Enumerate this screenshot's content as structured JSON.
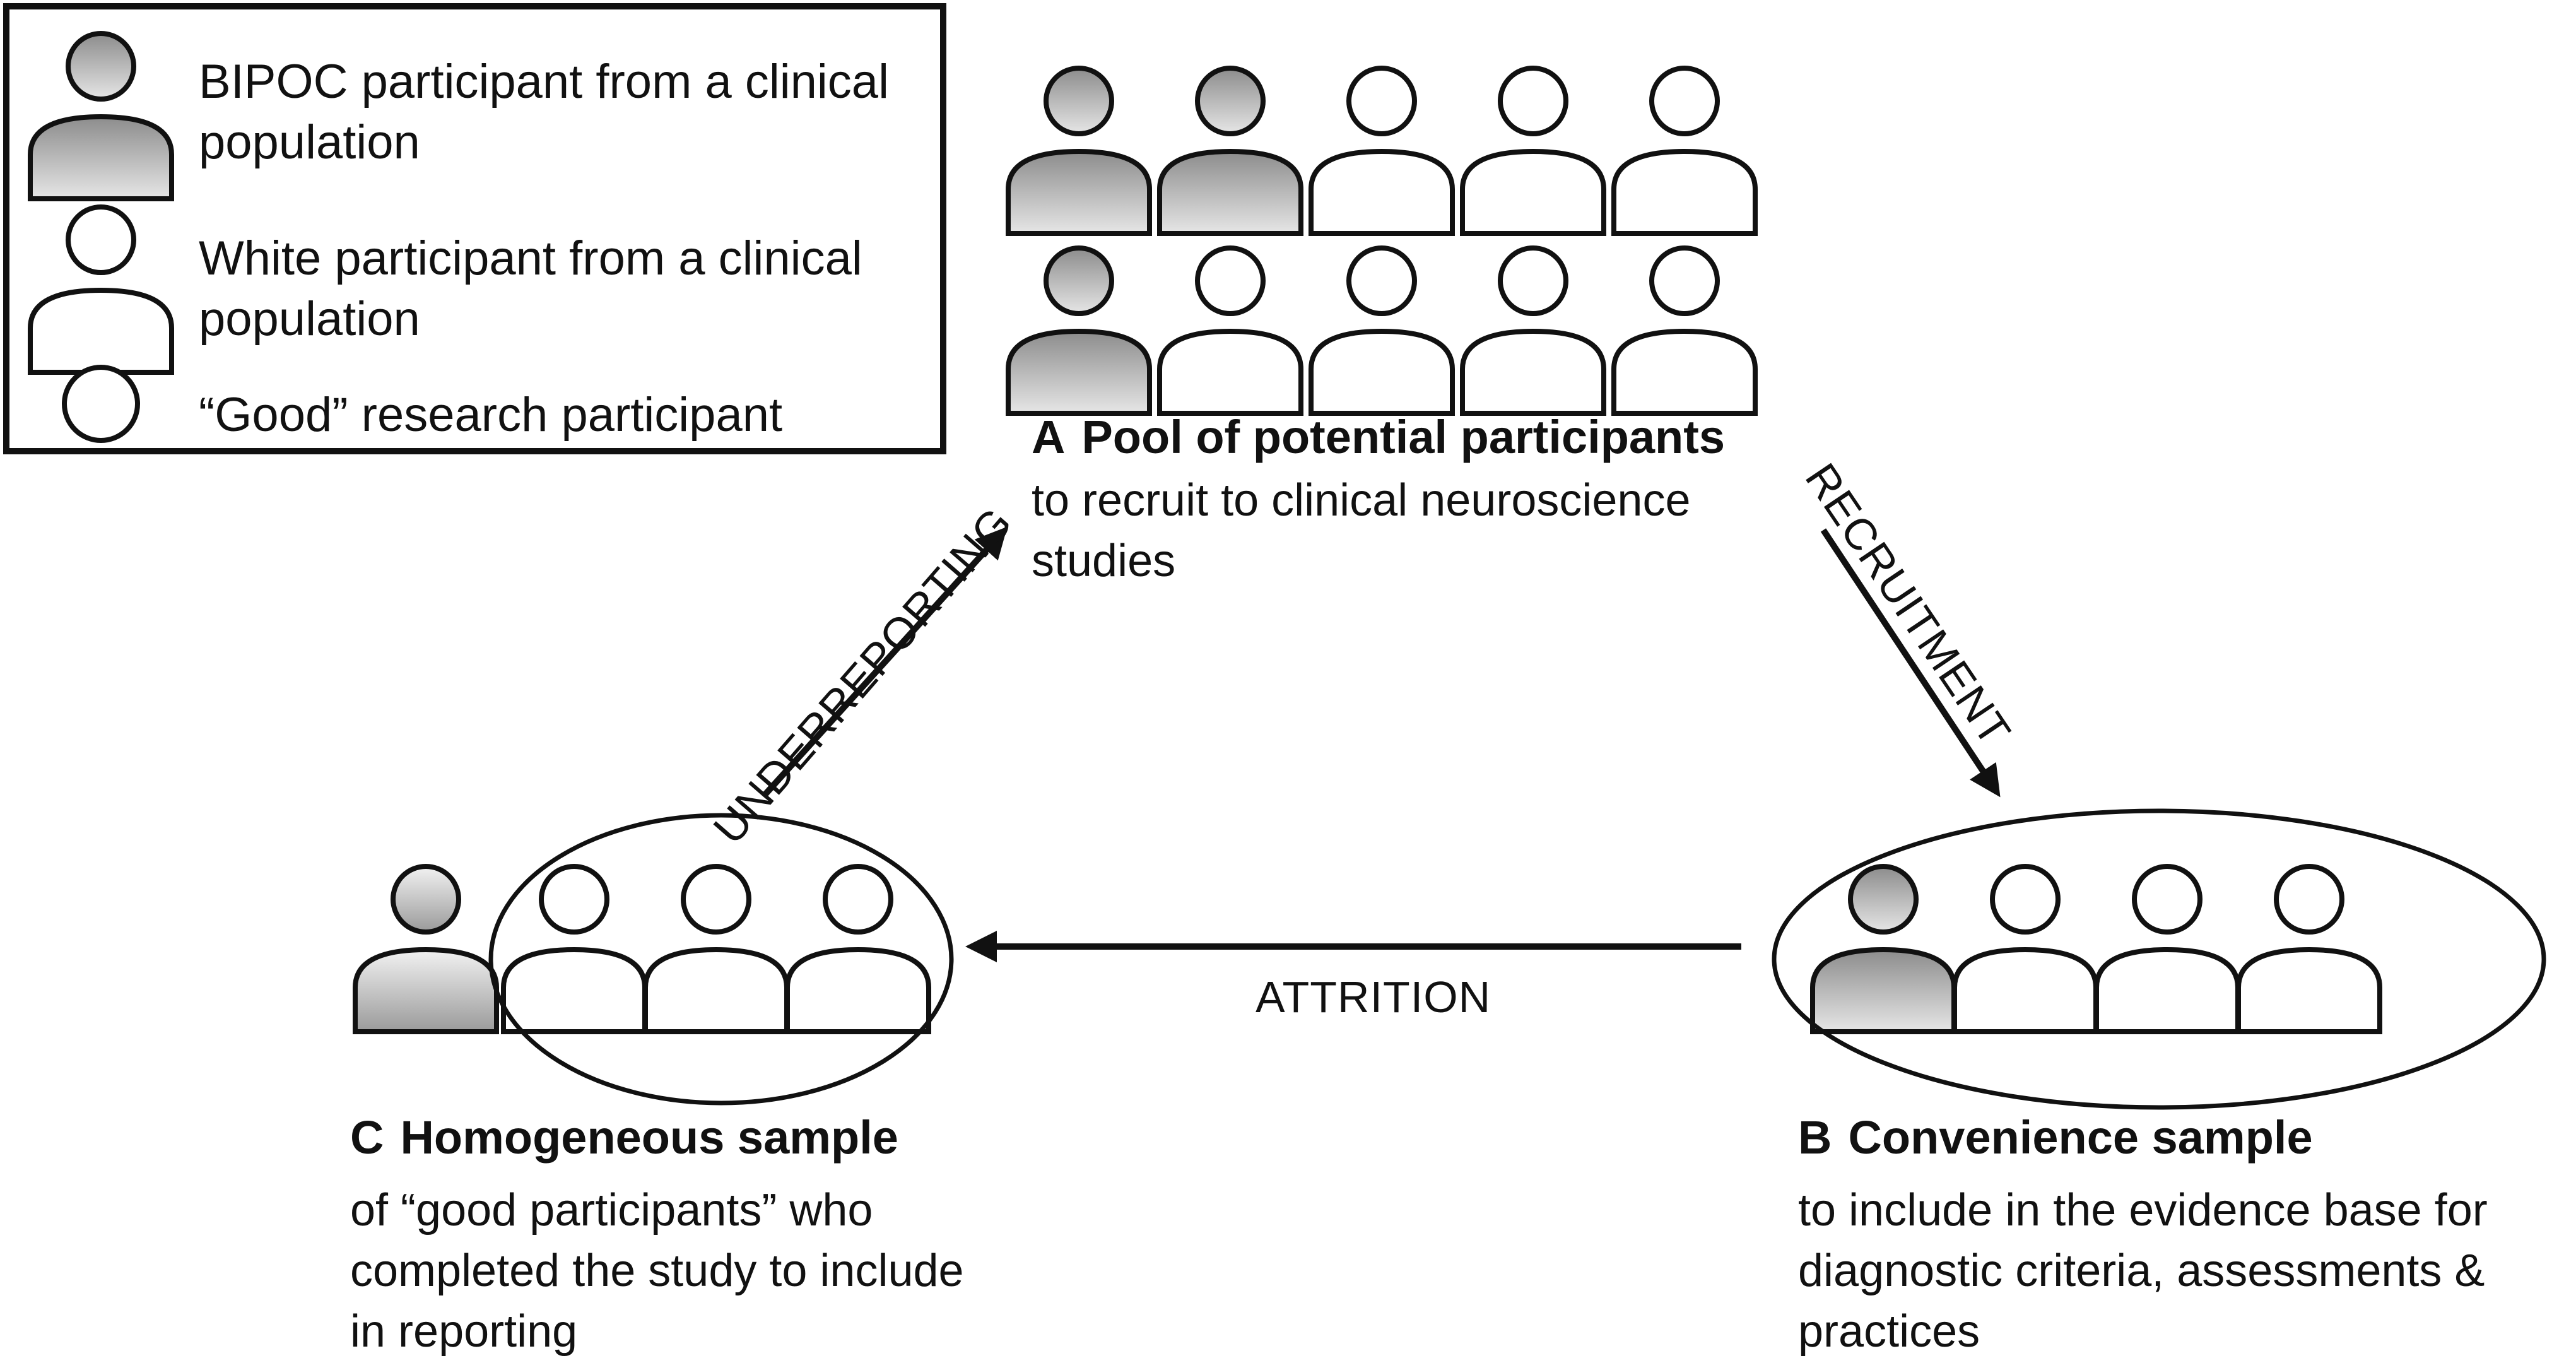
{
  "legend": {
    "items": [
      {
        "icon": "person-icon-shaded",
        "label": "BIPOC participant from a clinical population"
      },
      {
        "icon": "person-icon-outline",
        "label": "White participant from a clinical population"
      },
      {
        "icon": "head-icon-outline",
        "label": "“Good” research participant"
      }
    ]
  },
  "blocks": {
    "pool": {
      "letter": "A",
      "title": "Pool of potential participants",
      "description": "to recruit to clinical neuroscience studies",
      "people": [
        [
          "bipoc",
          "bipoc",
          "white",
          "white",
          "white"
        ],
        [
          "bipoc",
          "white",
          "white",
          "white",
          "white"
        ]
      ]
    },
    "convenience": {
      "letter": "B",
      "title": "Convenience sample",
      "description": "to include in the evidence base for diagnostic criteria, assessments & practices",
      "people": [
        "bipoc",
        "white",
        "white",
        "white"
      ]
    },
    "homogeneous": {
      "letter": "C",
      "title": "Homogeneous sample",
      "description": "of “good participants” who completed the study to include in reporting",
      "people_outside": [
        "bipoc-light"
      ],
      "people_inside": [
        "white",
        "white",
        "white"
      ]
    }
  },
  "arrows": {
    "recruitment": "RECRUITMENT",
    "attrition": "ATTRITION",
    "underreporting": "UNDERREPORTING"
  },
  "colors": {
    "outline": "#111111",
    "bipoc_fill_dark": "#8c8c8c",
    "bipoc_fill_light": "#f2f2f2",
    "white_fill": "#ffffff"
  }
}
